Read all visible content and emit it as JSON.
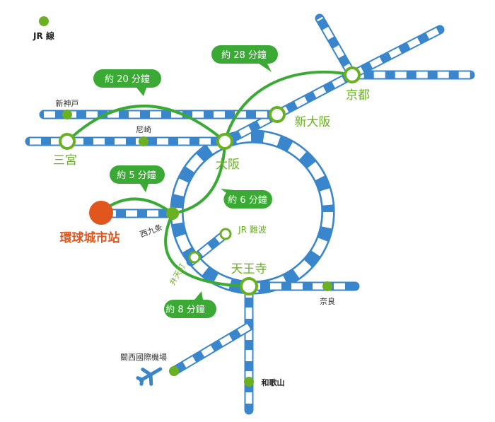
{
  "legend": {
    "label": "JR 線"
  },
  "colors": {
    "rail_blue": "#3a86cc",
    "rail_light": "#ffffff",
    "route_green": "#3aaa35",
    "station_green": "#6ab023",
    "destination_orange": "#e0561c",
    "destination_text": "#e0561c",
    "major_station_text": "#6ab023",
    "minor_station_text": "#333333"
  },
  "stations": {
    "kyoto": "京都",
    "shin_osaka": "新大阪",
    "osaka": "大阪",
    "sannomiya": "三宮",
    "shinkobe": "新神戸",
    "amagasaki": "尼崎",
    "nishikujo": "西九条",
    "jr_namba": "JR 難波",
    "tennoji": "天王寺",
    "nara": "奈良",
    "kansai_airport": "關西國際機場",
    "wakayama": "和歌山",
    "bentencho_label": "弁天町"
  },
  "destination": {
    "name": "環球城市站"
  },
  "travel_times": {
    "sannomiya_osaka": "約 20 分鐘",
    "osaka_kyoto": "約 28 分鐘",
    "nishikujo_destination": "約 5 分鐘",
    "osaka_nishikujo": "約 6 分鐘",
    "tennoji_nishikujo": "約 8 分鐘"
  }
}
